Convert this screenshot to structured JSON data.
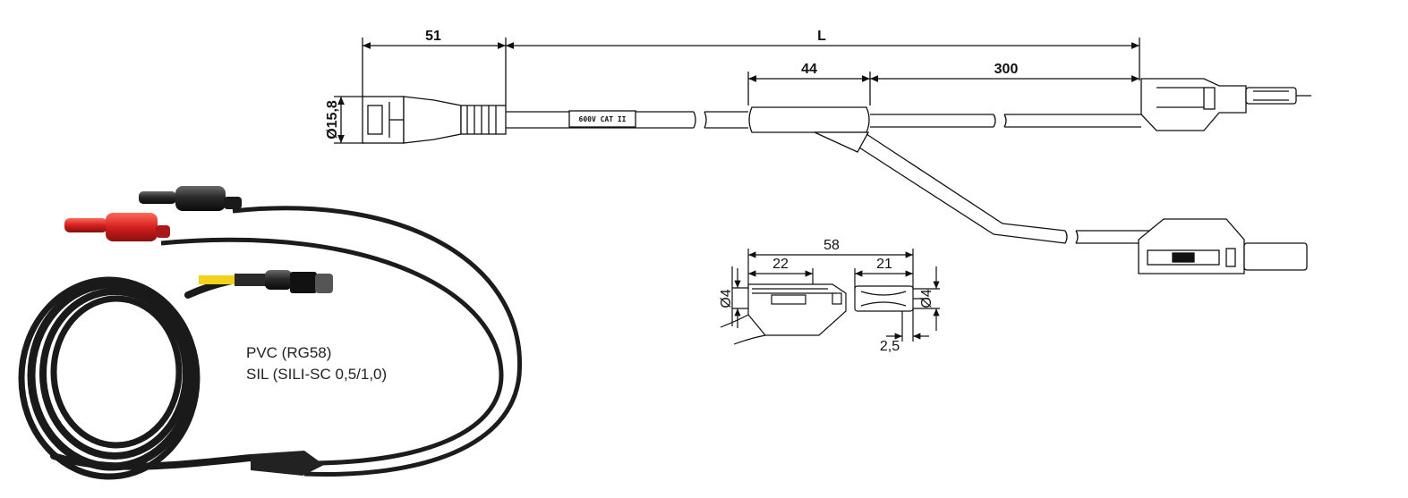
{
  "dimensions": {
    "bnc_length": "51",
    "total_length": "L",
    "branch_length": "44",
    "lead_length": "300",
    "bnc_diameter": "Ø15,8",
    "plug_length": "58",
    "plug_body": "22",
    "plug_pin": "21",
    "plug_diameter_left": "Ø4",
    "plug_diameter_right": "Ø4",
    "pin_tip": "2,5"
  },
  "labels": {
    "cable_marking": "600V CAT II"
  },
  "material_note": {
    "line1": "PVC (RG58)",
    "line2": "SIL (SILI-SC 0,5/1,0)"
  },
  "colors": {
    "cable_black": "#1a1a1a",
    "plug_red": "#d42020",
    "label_yellow": "#f2d21a",
    "drawing_line": "#111111"
  }
}
